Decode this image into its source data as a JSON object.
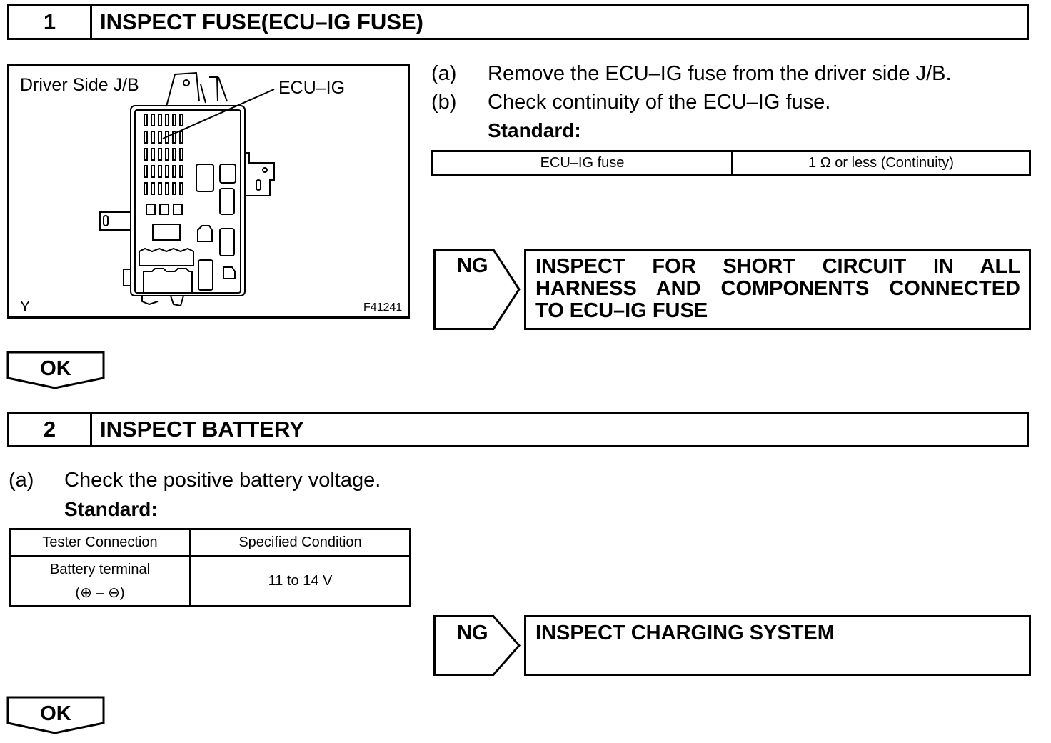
{
  "step1": {
    "number": "1",
    "title": "INSPECT FUSE(ECU–IG FUSE)",
    "figure": {
      "location_label": "Driver Side J/B",
      "fuse_label": "ECU–IG",
      "corner_label": "Y",
      "figure_id": "F41241"
    },
    "instructions": [
      {
        "mark": "(a)",
        "text": "Remove the ECU–IG fuse from the driver side J/B."
      },
      {
        "mark": "(b)",
        "text": "Check continuity of the ECU–IG fuse."
      }
    ],
    "standard_label": "Standard:",
    "table": {
      "item": "ECU–IG fuse",
      "value": "1 Ω or less (Continuity)"
    },
    "ng_label": "NG",
    "ng_action_lines": [
      "INSPECT FOR SHORT CIRCUIT IN ALL",
      "HARNESS AND COMPONENTS CONNECTED",
      "TO ECU–IG FUSE"
    ],
    "ok_label": "OK"
  },
  "step2": {
    "number": "2",
    "title": "INSPECT BATTERY",
    "instructions": [
      {
        "mark": "(a)",
        "text": "Check the positive battery voltage."
      }
    ],
    "standard_label": "Standard:",
    "table": {
      "headers": [
        "Tester Connection",
        "Specified Condition"
      ],
      "row": {
        "connection_line1": "Battery terminal",
        "connection_line2": "(⊕ – ⊖)",
        "condition": "11 to 14 V"
      }
    },
    "ng_label": "NG",
    "ng_action": "INSPECT CHARGING SYSTEM",
    "ok_label": "OK"
  }
}
